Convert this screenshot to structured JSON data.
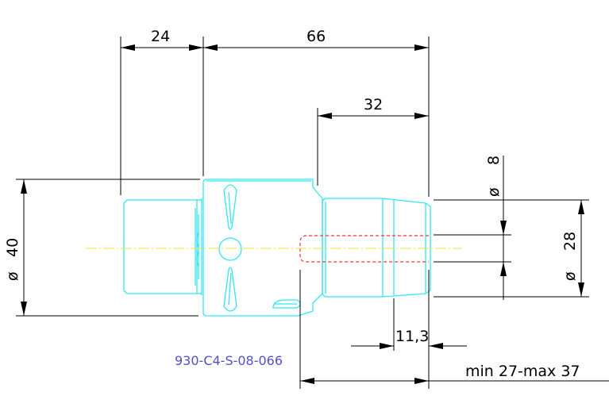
{
  "dimensions": {
    "d24": "24",
    "d66": "66",
    "d32": "32",
    "d8": "8",
    "d28": "28",
    "d40": "40",
    "d113": "11,3",
    "dmin": "min 27-max 37",
    "phi": "ø"
  },
  "part_number": "930-C4-S-08-066",
  "colors": {
    "part": "#33e6f2",
    "dim": "#000000",
    "centerline": "#f0e040",
    "hidden": "#ff3030",
    "label": "#5050c8"
  }
}
